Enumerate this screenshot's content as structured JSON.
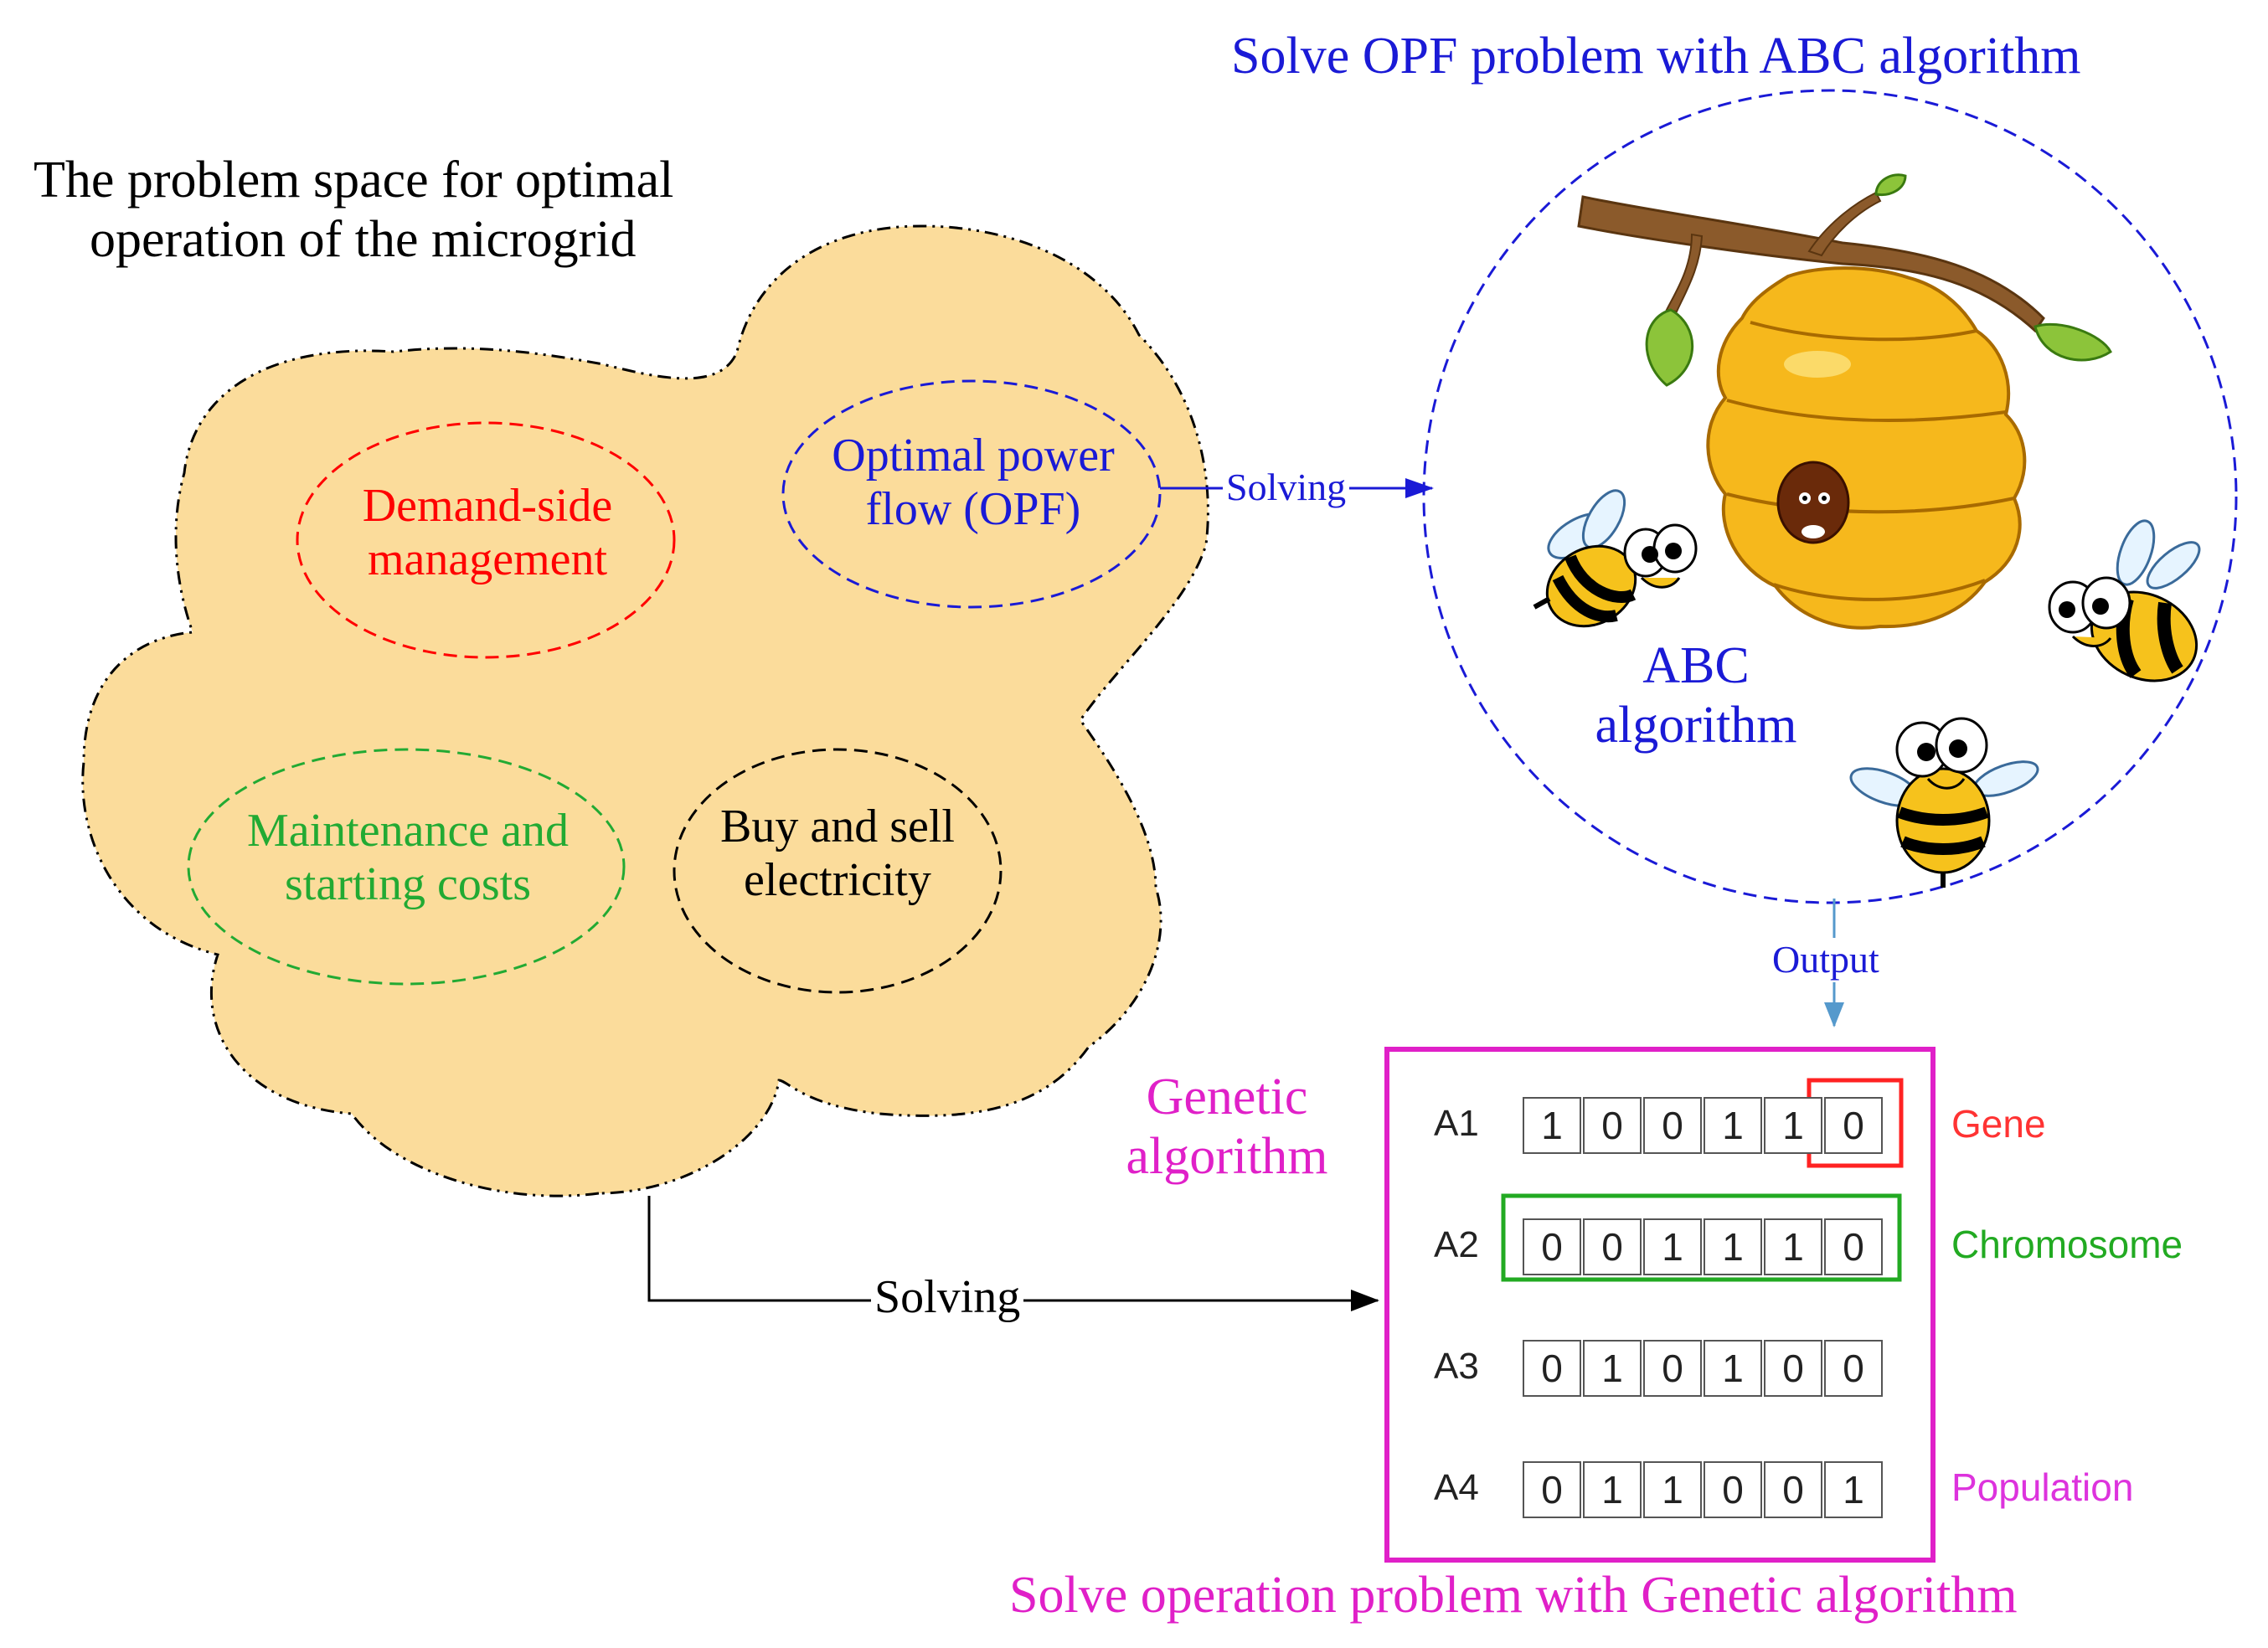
{
  "problem_space": {
    "title_line1": "The problem space for optimal",
    "title_line2": "operation of the microgrid",
    "fill_color": "#fbdc9b",
    "items": [
      {
        "line1": "Demand-side",
        "line2": "management",
        "color": "#ff0000"
      },
      {
        "line1": "Optimal power",
        "line2": "flow (OPF)",
        "color": "#1a1ad6"
      },
      {
        "line1": "Maintenance and",
        "line2": "starting costs",
        "color": "#22aa33"
      },
      {
        "line1": "Buy and sell",
        "line2": "electricity",
        "color": "#000000"
      }
    ]
  },
  "abc": {
    "title": "Solve OPF problem with ABC algorithm",
    "label_line1": "ABC",
    "label_line2": "algorithm",
    "arrow_label": "Solving",
    "output_label": "Output",
    "color": "#1a1ad6",
    "output_color": "#5599cc",
    "icons": [
      "beehive-icon",
      "bee-icon",
      "bee-icon",
      "bee-icon"
    ]
  },
  "genetic": {
    "label_line1": "Genetic",
    "label_line2": "algorithm",
    "title": "Solve operation problem with Genetic algorithm",
    "arrow_label": "Solving",
    "color": "#e020c8",
    "rows": [
      {
        "name": "A1",
        "bits": [
          "1",
          "0",
          "0",
          "1",
          "1",
          "0"
        ]
      },
      {
        "name": "A2",
        "bits": [
          "0",
          "0",
          "1",
          "1",
          "1",
          "0"
        ]
      },
      {
        "name": "A3",
        "bits": [
          "0",
          "1",
          "0",
          "1",
          "0",
          "0"
        ]
      },
      {
        "name": "A4",
        "bits": [
          "0",
          "1",
          "1",
          "0",
          "0",
          "1"
        ]
      }
    ],
    "gene_label": "Gene",
    "chromosome_label": "Chromosome",
    "population_label": "Population",
    "gene_color": "#ff3333",
    "chromosome_color": "#22aa22",
    "population_color": "#dd33dd"
  }
}
